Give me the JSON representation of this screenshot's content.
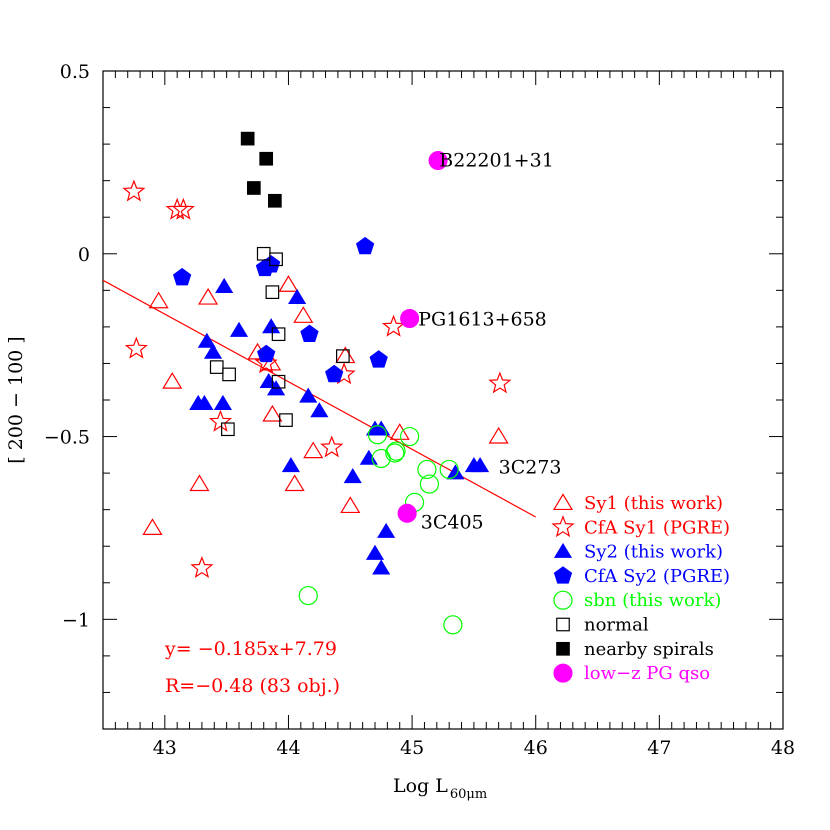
{
  "chart_data": {
    "type": "scatter",
    "xlabel": "Log L",
    "xlabel_subscript": "60μm",
    "ylabel": "[ 200 − 100 ]",
    "xlim": [
      42.5,
      48
    ],
    "ylim": [
      -1.3,
      0.5
    ],
    "xticks": [
      43,
      44,
      45,
      46,
      47,
      48
    ],
    "xtick_labels": [
      "43",
      "44",
      "45",
      "46",
      "47",
      "48"
    ],
    "yticks": [
      -1,
      -0.5,
      0,
      0.5
    ],
    "ytick_labels": [
      "−1",
      "−0.5",
      "0",
      "0.5"
    ],
    "grid": false,
    "legend_position": "lower-right inside",
    "fit_line": {
      "slope": -0.185,
      "intercept": 7.79,
      "x_range": [
        42.5,
        46.0
      ],
      "color": "#ff0000"
    },
    "fit_text": {
      "equation": "y=  −0.185x+7.79",
      "correlation": "R=−0.48 (83 obj.)",
      "color": "#ff0000"
    },
    "point_labels": [
      {
        "text": "B22201+31",
        "x": 45.22,
        "y": 0.255
      },
      {
        "text": "PG1613+658",
        "x": 45.05,
        "y": -0.18
      },
      {
        "text": "3C273",
        "x": 45.7,
        "y": -0.585
      },
      {
        "text": "3C405",
        "x": 45.07,
        "y": -0.735
      }
    ],
    "series": [
      {
        "name": "Sy1 (this work)",
        "marker": "triangle-open",
        "color": "#ff0000",
        "text_color": "#ff0000",
        "points": [
          [
            42.95,
            -0.13
          ],
          [
            43.06,
            -0.35
          ],
          [
            43.35,
            -0.12
          ],
          [
            43.28,
            -0.63
          ],
          [
            42.9,
            -0.75
          ],
          [
            43.86,
            -0.3
          ],
          [
            43.87,
            -0.44
          ],
          [
            44.0,
            -0.085
          ],
          [
            44.05,
            -0.63
          ],
          [
            44.2,
            -0.54
          ],
          [
            44.46,
            -0.28
          ],
          [
            44.5,
            -0.69
          ],
          [
            44.9,
            -0.49
          ],
          [
            45.7,
            -0.5
          ],
          [
            43.75,
            -0.27
          ],
          [
            44.12,
            -0.17
          ]
        ]
      },
      {
        "name": "CfA Sy1 (PGRE)",
        "marker": "star-open",
        "color": "#ff0000",
        "text_color": "#ff0000",
        "points": [
          [
            42.75,
            0.17
          ],
          [
            43.1,
            0.12
          ],
          [
            43.15,
            0.12
          ],
          [
            42.77,
            -0.26
          ],
          [
            43.45,
            -0.46
          ],
          [
            43.82,
            -0.3
          ],
          [
            44.35,
            -0.53
          ],
          [
            44.85,
            -0.2
          ],
          [
            45.71,
            -0.355
          ],
          [
            43.3,
            -0.86
          ],
          [
            44.45,
            -0.33
          ]
        ]
      },
      {
        "name": "Sy2 (this work)",
        "marker": "triangle-filled",
        "color": "#0000ff",
        "text_color": "#0000ff",
        "points": [
          [
            43.48,
            -0.09
          ],
          [
            43.32,
            -0.41
          ],
          [
            43.27,
            -0.41
          ],
          [
            43.47,
            -0.41
          ],
          [
            43.34,
            -0.24
          ],
          [
            43.39,
            -0.27
          ],
          [
            43.6,
            -0.21
          ],
          [
            43.86,
            -0.2
          ],
          [
            43.9,
            -0.37
          ],
          [
            44.02,
            -0.58
          ],
          [
            44.07,
            -0.12
          ],
          [
            44.16,
            -0.39
          ],
          [
            44.25,
            -0.43
          ],
          [
            44.52,
            -0.61
          ],
          [
            44.65,
            -0.56
          ],
          [
            44.7,
            -0.48
          ],
          [
            44.75,
            -0.48
          ],
          [
            44.7,
            -0.82
          ],
          [
            44.75,
            -0.86
          ],
          [
            44.79,
            -0.76
          ],
          [
            45.35,
            -0.6
          ],
          [
            45.5,
            -0.58
          ],
          [
            45.55,
            -0.58
          ],
          [
            43.84,
            -0.35
          ]
        ]
      },
      {
        "name": "CfA Sy2 (PGRE)",
        "marker": "pentagon-filled",
        "color": "#0000ff",
        "text_color": "#0000ff",
        "points": [
          [
            43.14,
            -0.065
          ],
          [
            43.81,
            -0.04
          ],
          [
            43.86,
            -0.03
          ],
          [
            43.82,
            -0.275
          ],
          [
            44.17,
            -0.22
          ],
          [
            44.37,
            -0.33
          ],
          [
            44.62,
            0.02
          ],
          [
            44.73,
            -0.29
          ]
        ]
      },
      {
        "name": "sbn (this work)",
        "marker": "circle-open",
        "color": "#00ff00",
        "text_color": "#00ff00",
        "points": [
          [
            44.16,
            -0.935
          ],
          [
            44.72,
            -0.495
          ],
          [
            44.75,
            -0.56
          ],
          [
            44.86,
            -0.545
          ],
          [
            44.87,
            -0.54
          ],
          [
            44.98,
            -0.5
          ],
          [
            45.02,
            -0.68
          ],
          [
            45.12,
            -0.59
          ],
          [
            45.14,
            -0.63
          ],
          [
            45.3,
            -0.59
          ],
          [
            45.33,
            -1.015
          ]
        ]
      },
      {
        "name": "normal",
        "marker": "square-open",
        "color": "#000000",
        "text_color": "#000000",
        "points": [
          [
            43.8,
            0.0
          ],
          [
            43.9,
            -0.015
          ],
          [
            43.87,
            -0.105
          ],
          [
            43.92,
            -0.22
          ],
          [
            43.42,
            -0.31
          ],
          [
            43.52,
            -0.33
          ],
          [
            43.51,
            -0.48
          ],
          [
            43.92,
            -0.35
          ],
          [
            43.98,
            -0.455
          ],
          [
            44.44,
            -0.28
          ]
        ]
      },
      {
        "name": "nearby spirals",
        "marker": "square-filled",
        "color": "#000000",
        "text_color": "#000000",
        "points": [
          [
            43.67,
            0.315
          ],
          [
            43.82,
            0.26
          ],
          [
            43.72,
            0.18
          ],
          [
            43.89,
            0.145
          ]
        ]
      },
      {
        "name": "low−z PG qso",
        "marker": "circle-filled",
        "color": "#ff00ff",
        "text_color": "#ff00ff",
        "points": [
          [
            45.21,
            0.255
          ],
          [
            44.98,
            -0.177
          ],
          [
            44.96,
            -0.71
          ]
        ]
      }
    ]
  }
}
